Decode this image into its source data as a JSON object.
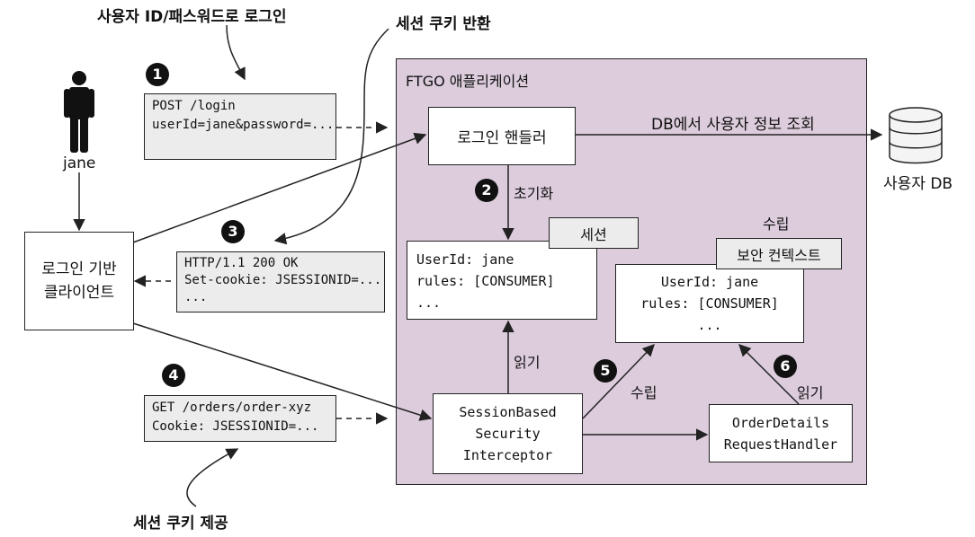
{
  "user": {
    "name": "jane"
  },
  "client": {
    "lines": [
      "로그인 기반",
      "클라이언트"
    ]
  },
  "app": {
    "title": "FTGO 애플리케이션"
  },
  "db": {
    "label": "사용자 DB"
  },
  "callouts": {
    "login_with_credentials": "사용자 ID/패스워드로 로그인",
    "return_session_cookie": "세션 쿠키 반환",
    "provide_session_cookie": "세션 쿠키 제공"
  },
  "steps": [
    "1",
    "2",
    "3",
    "4",
    "5",
    "6"
  ],
  "requests": {
    "login": [
      "POST /login",
      "",
      "userId=jane&password=..."
    ],
    "login_response": [
      "HTTP/1.1 200 OK",
      "Set-cookie: JSESSIONID=...",
      "..."
    ],
    "order_request": [
      "GET /orders/order-xyz",
      "Cookie: JSESSIONID=..."
    ]
  },
  "components": {
    "login_handler": "로그인 핸들러",
    "session_tag": "세션",
    "session_data": [
      "UserId: jane",
      "rules: [CONSUMER]",
      "..."
    ],
    "security_context_tag": "보안 컨텍스트",
    "security_context_data": [
      "UserId: jane",
      "rules: [CONSUMER]",
      "..."
    ],
    "interceptor": [
      "SessionBased",
      "Security",
      "Interceptor"
    ],
    "order_handler": [
      "OrderDetails",
      "RequestHandler"
    ]
  },
  "edge_labels": {
    "db_lookup": "DB에서 사용자 정보 조회",
    "initialize": "초기화",
    "set_above_context": "수립",
    "read_session": "읽기",
    "set_context": "수립",
    "read_context": "읽기"
  },
  "colors": {
    "app_background": "#dcccdc",
    "code_background": "#ececec",
    "ink": "#222222"
  }
}
